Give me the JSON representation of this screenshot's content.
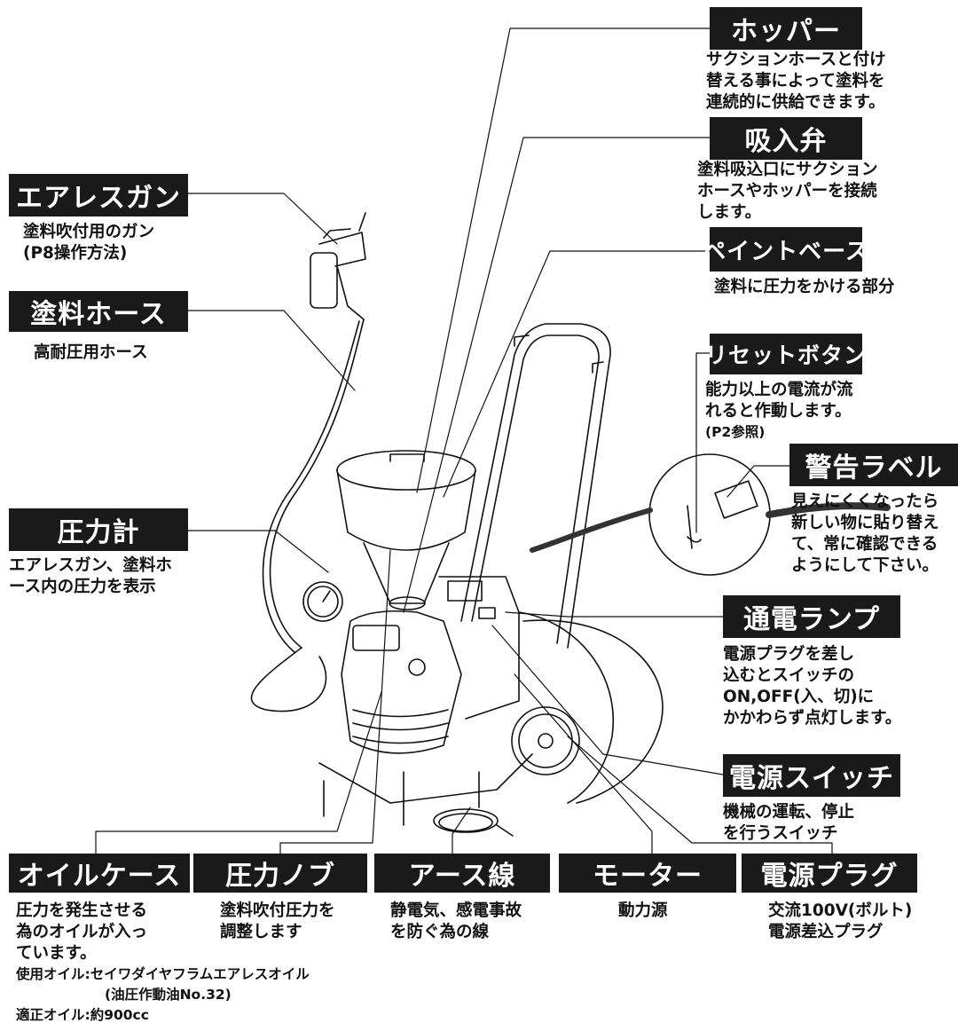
{
  "components": {
    "hopper": {
      "label": "ホッパー",
      "desc": [
        "サクションホースと付け",
        "替える事によって塗料を",
        "連続的に供給できます。"
      ]
    },
    "suction_valve": {
      "label": "吸入弁",
      "desc": [
        "塗料吸込口にサクション",
        "ホースやホッパーを接続",
        "します。"
      ]
    },
    "paint_base": {
      "label": "ペイントベース",
      "desc": [
        "塗料に圧力をかける部分"
      ]
    },
    "reset_button": {
      "label": "リセットボタン",
      "desc": [
        "能力以上の電流が流",
        "れると作動します。",
        "(P2参照)"
      ]
    },
    "warning_label": {
      "label": "警告ラベル",
      "desc": [
        "見えにくくなったら",
        "新しい物に貼り替え",
        "て、常に確認できる",
        "ようにして下さい。"
      ]
    },
    "power_lamp": {
      "label": "通電ランプ",
      "desc": [
        "電源プラグを差し",
        "込むとスイッチの",
        "ON,OFF(入、切)に",
        "かかわらず点灯します。"
      ]
    },
    "power_switch": {
      "label": "電源スイッチ",
      "desc": [
        "機械の運転、停止",
        "を行うスイッチ"
      ]
    },
    "airless_gun": {
      "label": "エアレスガン",
      "desc": [
        "塗料吹付用のガン",
        "(P8操作方法)"
      ]
    },
    "paint_hose": {
      "label": "塗料ホース",
      "desc": [
        "高耐圧用ホース"
      ]
    },
    "pressure_gauge": {
      "label": "圧力計",
      "desc": [
        "エアレスガン、塗料ホ",
        "ース内の圧力を表示"
      ]
    },
    "oil_case": {
      "label": "オイルケース",
      "desc": [
        "圧力を発生させる",
        "為のオイルが入っ",
        "ています。"
      ],
      "oil_use": "使用オイル:セイワダイヤフラムエアレスオイル",
      "oil_use_sub": "(油圧作動油No.32)",
      "oil_amount": "適正オイル:約900cc"
    },
    "pressure_knob": {
      "label": "圧力ノブ",
      "desc": [
        "塗料吹付圧力を",
        "調整します"
      ]
    },
    "earth_wire": {
      "label": "アース線",
      "desc": [
        "静電気、感電事故",
        "を防ぐ為の線"
      ]
    },
    "motor": {
      "label": "モーター",
      "desc": [
        "動力源"
      ]
    },
    "power_plug": {
      "label": "電源プラグ",
      "desc": [
        "交流100V(ボルト)",
        "電源差込プラグ"
      ]
    }
  }
}
